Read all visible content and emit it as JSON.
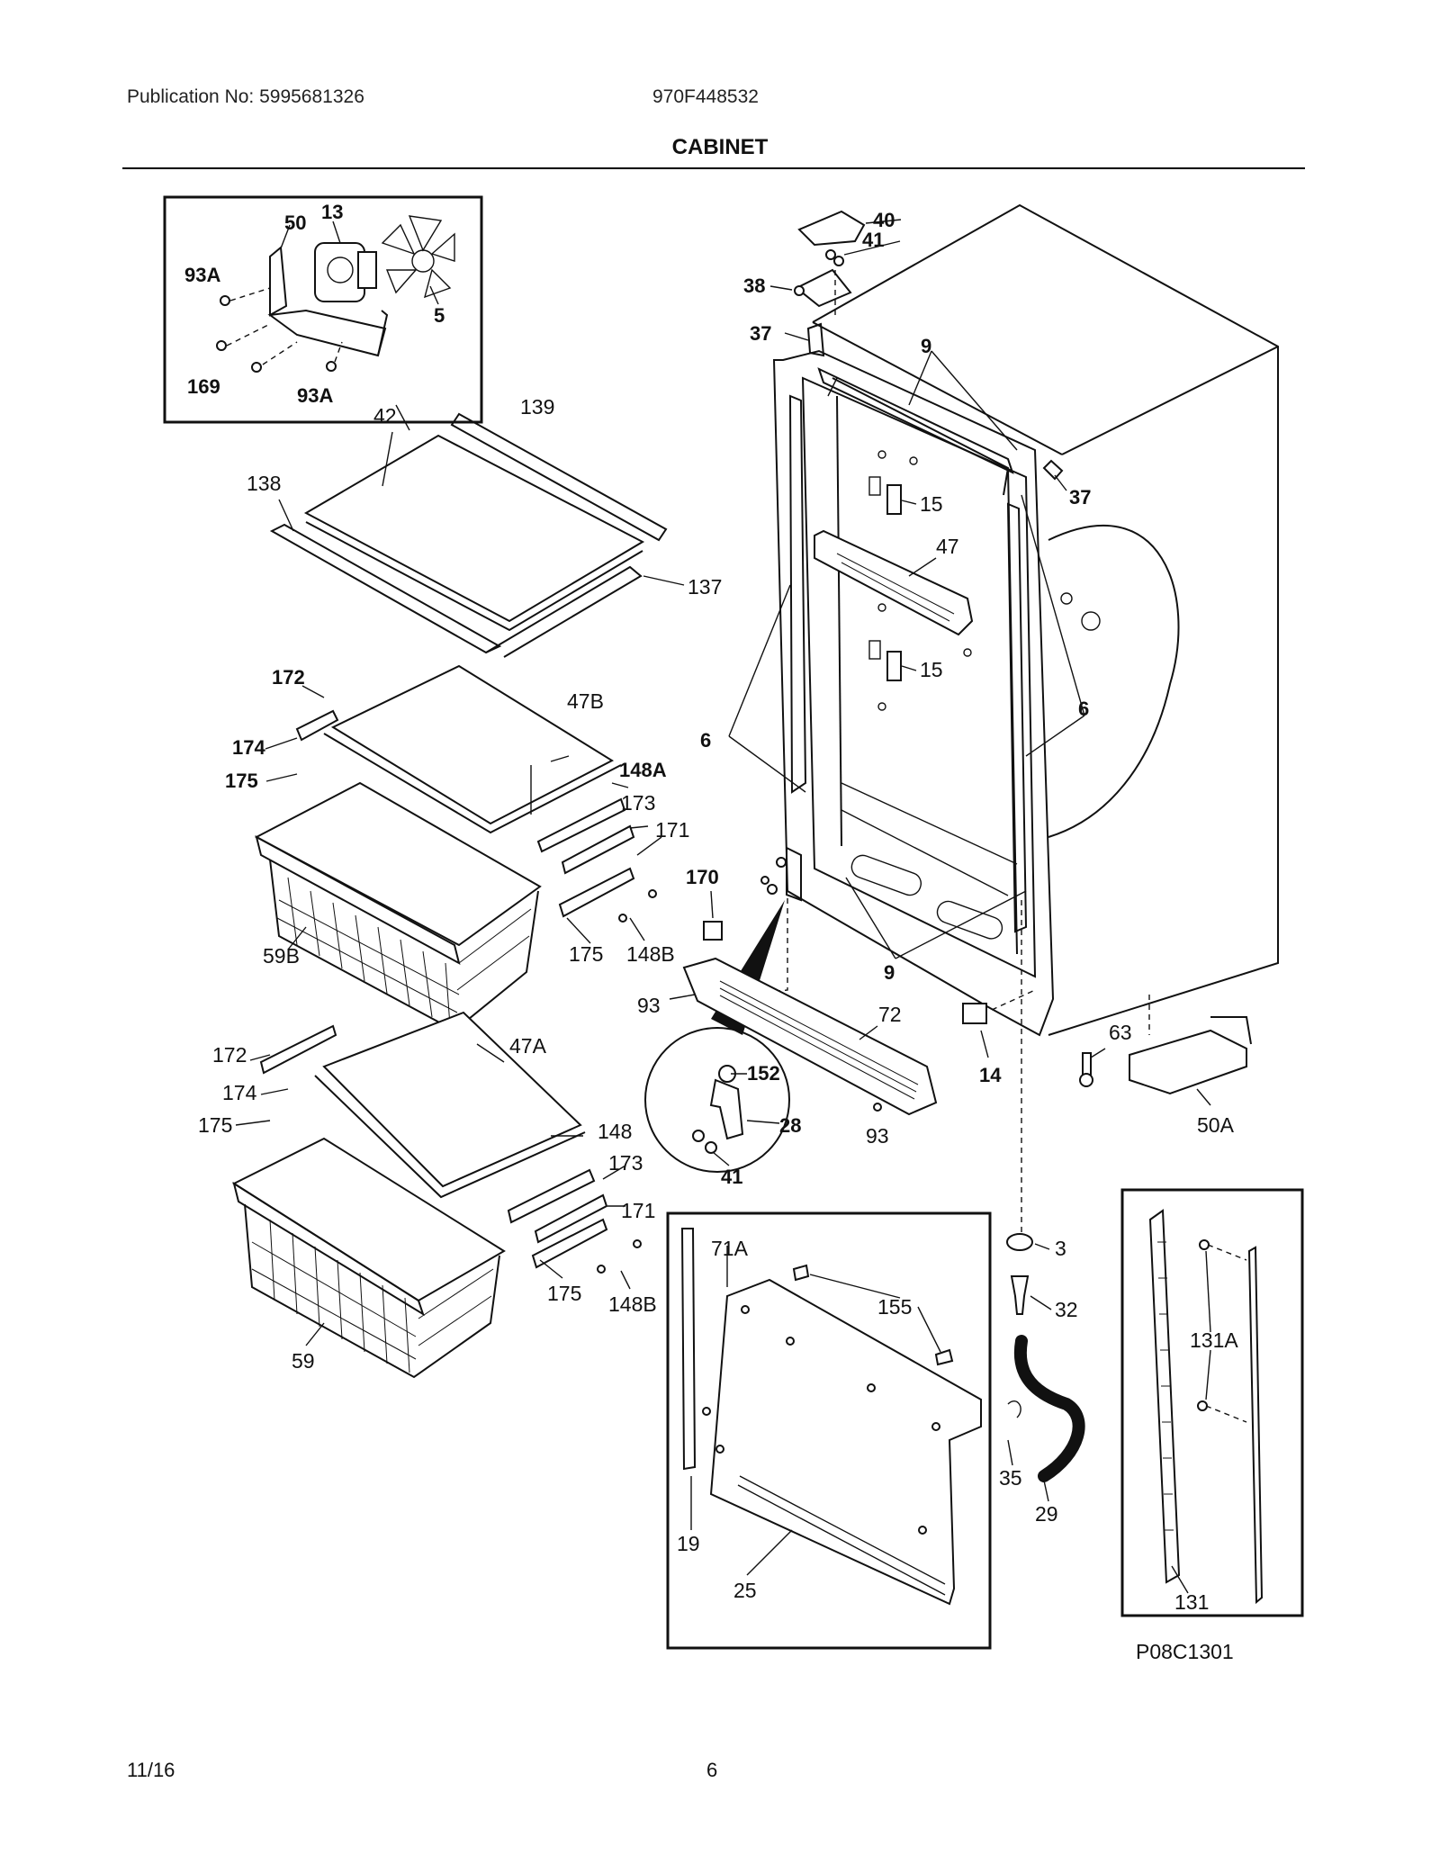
{
  "header": {
    "publication": "Publication No: 5995681326",
    "model": "970F448532",
    "title": "CABINET"
  },
  "footer": {
    "date": "11/16",
    "page": "6"
  },
  "diagram": {
    "figure_code": "P08C1301",
    "callouts": {
      "c50": "50",
      "c13": "13",
      "c93A_top": "93A",
      "c5": "5",
      "c169": "169",
      "c93A_bot": "93A",
      "c42": "42",
      "c139": "139",
      "c138": "138",
      "c137": "137",
      "c172_a": "172",
      "c47B": "47B",
      "c174_a": "174",
      "c175_a": "175",
      "c148A": "148A",
      "c173_a": "173",
      "c171_a": "171",
      "c59B": "59B",
      "c175_b": "175",
      "c148B_a": "148B",
      "c172_b": "172",
      "c47A": "47A",
      "c174_b": "174",
      "c175_c": "175",
      "c148": "148",
      "c173_b": "173",
      "c171_b": "171",
      "c59": "59",
      "c175_d": "175",
      "c148B_b": "148B",
      "c40": "40",
      "c41_top": "41",
      "c38": "38",
      "c37_a": "37",
      "c9_top": "9",
      "c37_b": "37",
      "c15_a": "15",
      "c47": "47",
      "c15_b": "15",
      "c6_left": "6",
      "c6_right": "6",
      "c170": "170",
      "c9_bot": "9",
      "c93_a": "93",
      "c72": "72",
      "c14": "14",
      "c63": "63",
      "c50A": "50A",
      "c152": "152",
      "c28": "28",
      "c41_bot": "41",
      "c93_b": "93",
      "c71A": "71A",
      "c155": "155",
      "c19": "19",
      "c25": "25",
      "c3": "3",
      "c32": "32",
      "c35": "35",
      "c29": "29",
      "c131A": "131A",
      "c131": "131"
    }
  }
}
